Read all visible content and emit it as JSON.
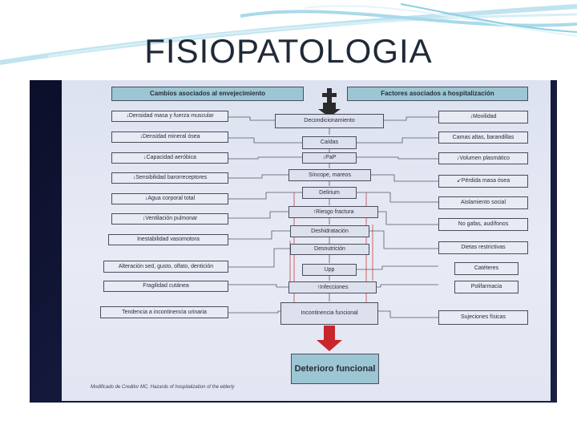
{
  "slide": {
    "title": "FISIOPATOLOGIA"
  },
  "diagram": {
    "header_left": "Cambios asociados al envejecimiento",
    "header_right": "Factores asociados a hospitalización",
    "left_items": [
      "↓Densidad masa y fuerza muscular",
      "↓Densidad mineral ósea",
      "↓Capacidad aeróbica",
      "↓Sensibilidad barorreceptores",
      "↓Agua corporal total",
      "↓Ventilación pulmonar",
      "Inestabilidad vasomotora",
      "Alteración sed, gusto, olfato, dentición",
      "Fragilidad cutánea",
      "Tendencia a incontinencia urinaria"
    ],
    "center_items": [
      "Decondicionamiento",
      "Caídas",
      "↓PaP",
      "Síncope, mareos",
      "Delirium",
      "↑Riesgo fractura",
      "Deshidratación",
      "Desnutrición",
      "Upp",
      "↑Infecciones",
      "Incontinencia funcional"
    ],
    "right_items": [
      "↓Movilidad",
      "Camas altas, barandillas",
      "↓Volumen plasmático",
      "↙Pérdida masa ósea",
      "Aislamiento social",
      "No gafas, audífonos",
      "Dietas restrictivas",
      "Catéteres",
      "Polifarmacia",
      "Sujeciones físicas"
    ],
    "outcome": "Deterioro funcional",
    "caption": "Modificado de Creditor MC. Hazards of hospitalization of the elderly"
  },
  "colors": {
    "header_fill": "#9cc6d3",
    "arrow_red": "#c8262a",
    "photo_bg": "#14183a"
  }
}
